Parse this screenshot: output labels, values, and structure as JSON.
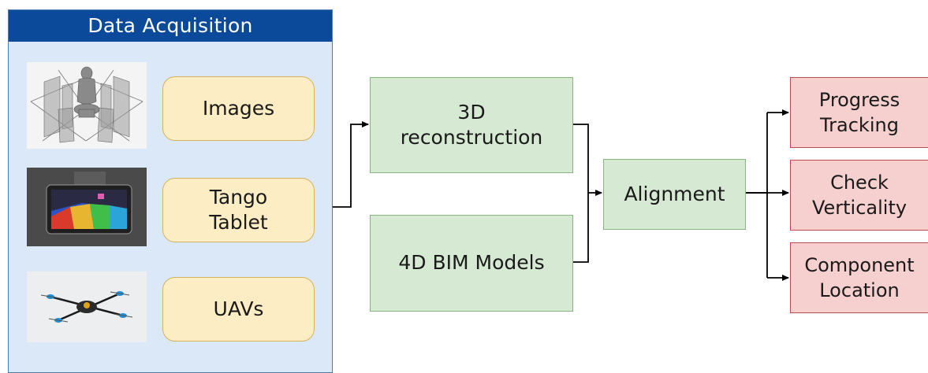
{
  "panel": {
    "title": "Data Acquisition"
  },
  "sources": [
    {
      "label": "Images",
      "thumb_icon": "camera-views-icon"
    },
    {
      "label": "Tango\nTablet",
      "thumb_icon": "point-cloud-tablet-icon"
    },
    {
      "label": "UAVs",
      "thumb_icon": "drone-icon"
    }
  ],
  "processing": {
    "reconstruction": "3D\nreconstruction",
    "bim": "4D BIM Models",
    "alignment": "Alignment"
  },
  "outputs": [
    {
      "label": "Progress\nTracking"
    },
    {
      "label": "Check\nVerticality"
    },
    {
      "label": "Component\nLocation"
    }
  ],
  "colors": {
    "panel_header": "#0b4a9a",
    "panel_fill": "#dae8f7",
    "source_fill": "#fdedc4",
    "process_fill": "#d6e9d3",
    "output_fill": "#f6cfcf",
    "output_border": "#c44b4b"
  }
}
